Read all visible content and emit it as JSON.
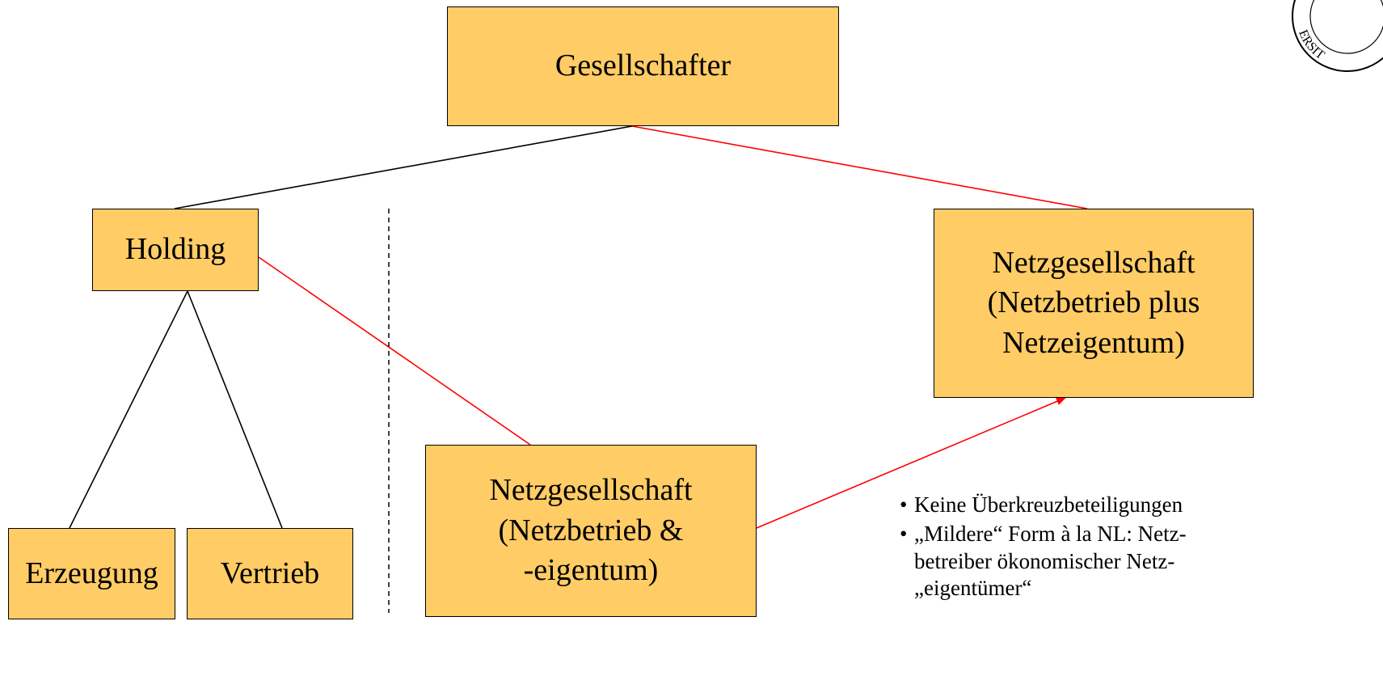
{
  "nodes": {
    "gesellschafter": "Gesellschafter",
    "holding": "Holding",
    "netz_rechts": "Netzgesellschaft\n(Netzbetrieb plus\nNetzeigentum)",
    "netz_mitte": "Netzgesellschaft\n(Netzbetrieb &\n-eigentum)",
    "erzeugung": "Erzeugung",
    "vertrieb": "Vertrieb"
  },
  "notes": [
    "Keine Überkreuzbeteiligungen",
    "„Mildere“ Form à la NL: Netz-\nbetreiber ökonomischer Netz-\n„eigentümer“"
  ],
  "seal": {
    "visible_letters": "ERSIT"
  },
  "colors": {
    "box_fill": "#ffcc66",
    "red_line": "#ff0000",
    "black_line": "#000000"
  }
}
